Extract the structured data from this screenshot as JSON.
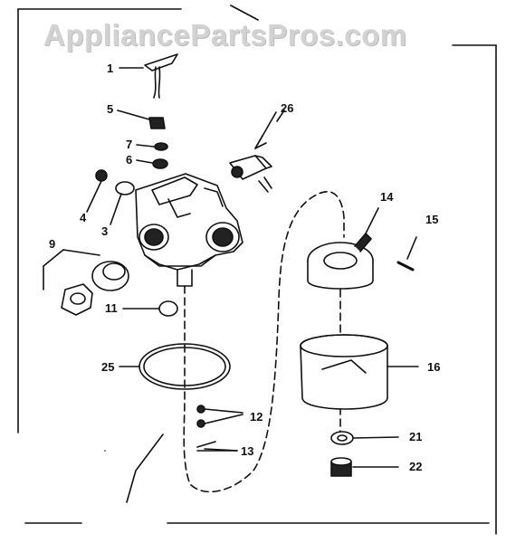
{
  "watermark": "AppliancePartsPros.com",
  "callouts": [
    {
      "id": "1",
      "label": "1"
    },
    {
      "id": "5",
      "label": "5"
    },
    {
      "id": "26",
      "label": "26"
    },
    {
      "id": "7",
      "label": "7"
    },
    {
      "id": "6",
      "label": "6"
    },
    {
      "id": "4",
      "label": "4"
    },
    {
      "id": "3",
      "label": "3"
    },
    {
      "id": "14",
      "label": "14"
    },
    {
      "id": "15",
      "label": "15"
    },
    {
      "id": "9",
      "label": "9"
    },
    {
      "id": "11",
      "label": "11"
    },
    {
      "id": "25",
      "label": "25"
    },
    {
      "id": "16",
      "label": "16"
    },
    {
      "id": "12",
      "label": "12"
    },
    {
      "id": "13",
      "label": "13"
    },
    {
      "id": "21",
      "label": "21"
    },
    {
      "id": "22",
      "label": "22"
    }
  ],
  "colors": {
    "line": "#111111",
    "watermark": "#d2d2d2",
    "background": "#ffffff"
  }
}
